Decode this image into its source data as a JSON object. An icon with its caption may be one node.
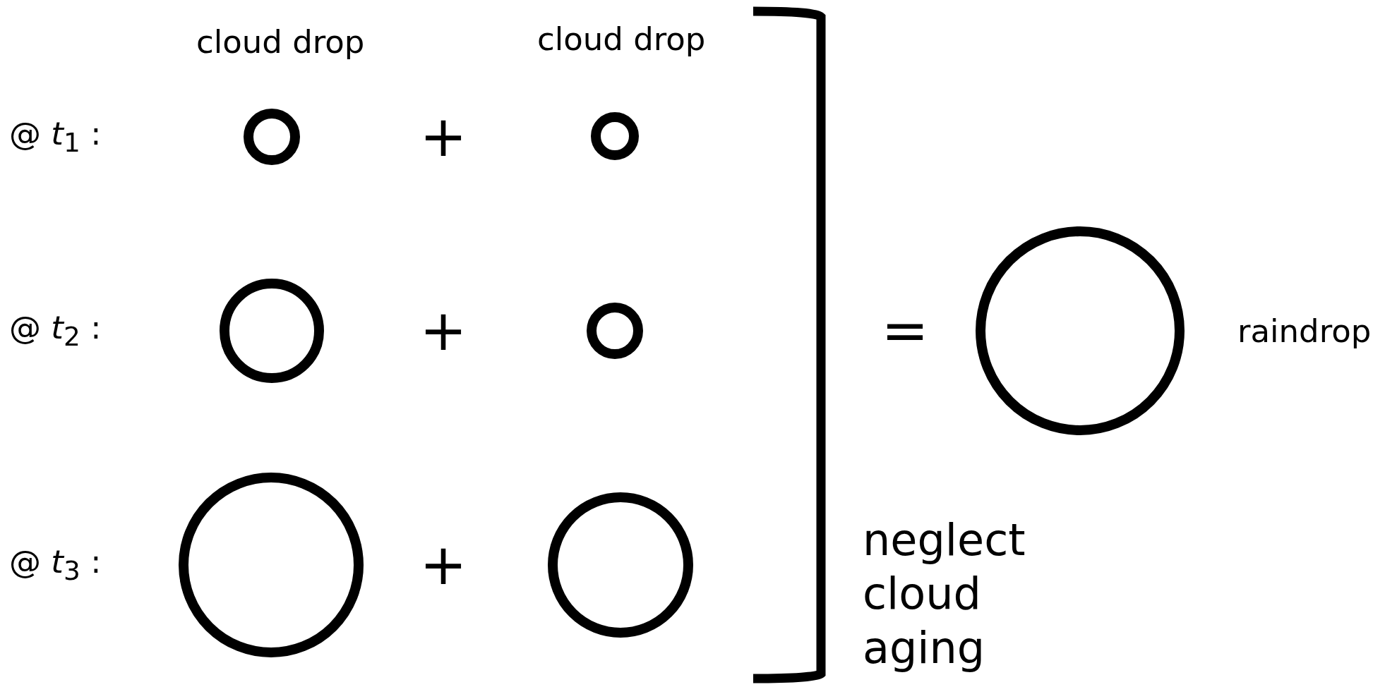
{
  "diagram": {
    "nodes": [
      {
        "text": [],
        "shape": "circle"
      },
      {
        "text": [],
        "shape": "circle"
      },
      {
        "text": [],
        "shape": "circle"
      },
      {
        "text": [],
        "shape": "circle"
      },
      {
        "text": [],
        "shape": "circle",
        "beside": [
          "raindrop"
        ]
      },
      {
        "text": [],
        "shape": "circle"
      },
      {
        "text": [],
        "shape": "circle"
      }
    ],
    "labels": [
      "cloud drop",
      "cloud drop",
      "@ *t*$_{1}$ :",
      "+",
      "@ *t*$_{2}$ :",
      "+",
      "=",
      "@ *t*$_{3}$ :",
      "+",
      "neglect cloud aging"
    ]
  }
}
